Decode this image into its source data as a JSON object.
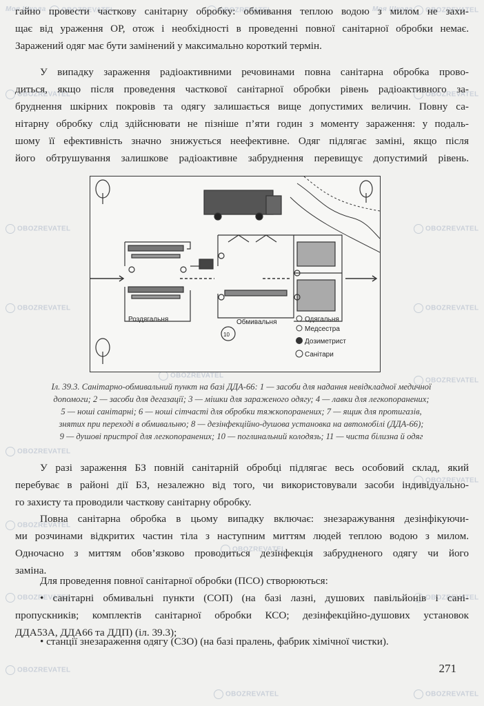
{
  "paragraph1": {
    "lines": [
      "гайно провести часткову санітарну обробку: обмивання теплою водою з милом не захи-",
      "щає від ураження ОР, отож і необхідності в проведенні повної санітарної обробки немає.",
      "Заражений одяг має бути замінений у максимально короткий термін."
    ]
  },
  "paragraph2": {
    "lines": [
      "У випадку зараження радіоактивними речовинами повна санітарна обробка прово-",
      "диться, якщо після проведення часткової санітарної обробки рівень радіоактивного за-",
      "бруднення шкірних покровів та одягу залишається вище допустимих величин. Повну са-",
      "нітарну обробку слід здійснювати не пізніше п’яти годин з моменту зараження: у подаль-",
      "шому її ефективність значно знижується неефективне. Одяг підлягає заміні, якщо після",
      "його обтрушування залишкове радіоактивне забруднення перевищує допустимий рівень."
    ]
  },
  "figure": {
    "label_undressing": "Роздягальня",
    "label_washing": "Обмивальня",
    "legend": {
      "dressing": "Одягальня",
      "nurse": "Медсестра",
      "dosimetrist": "Дозиметрист",
      "orderlies": "Санітари"
    },
    "number_10": "10"
  },
  "caption": {
    "lines": [
      "Іл. 39.3. Санітарно-обмивальний пункт на базі ДДА-66: 1 — засоби для надання невідкладної медичної",
      "допомоги; 2 — засоби для дегазації; 3 — мішки для зараженого одягу; 4 — лавки для легкопоранених;",
      "5 — ноші санітарні; 6 — ноші сітчасті для обробки тяжкопоранених; 7 — ящик для протигазів,",
      "знятих при переході в обмивальню; 8 — дезінфекційно-душова установка на автомобілі (ДДА-66);",
      "9 — душові пристрої для легкопоранених; 10 — поглинальний колодязь; 11 — чиста білизна й одяг"
    ]
  },
  "paragraph3": {
    "lines": [
      "У разі зараження БЗ повній санітарній обробці підлягає весь особовий склад, який",
      "перебуває в районі дії БЗ, незалежно від того, чи використовували засоби індивідуально-",
      "го захисту та проводили часткову санітарну обробку."
    ]
  },
  "paragraph4": {
    "lines": [
      "Повна санітарна обробка в цьому випадку включає: знезаражування дезінфікуючи-",
      "ми розчинами відкритих частин тіла з наступним миттям людей теплою водою з милом.",
      "Одночасно з миттям обов’язково проводиться дезінфекція забрудненого одягу чи його",
      "заміна."
    ]
  },
  "paragraph5": {
    "text": "Для проведення повної санітарної обробки (ПСО) створюються:"
  },
  "bullet1": {
    "lines": [
      "• санітарні обмивальні пункти (СОП) (на базі лазні, душових павільйонів і сані-",
      "пропускників; комплектів санітарної обробки КСО; дезінфекційно-душових установок",
      "ДДА53А, ДДА66 та ДДП) (іл. 39.3);"
    ]
  },
  "bullet2": {
    "text": "• станції знезараження одягу (СЗО) (на базі пралень, фабрик хімічної чистки)."
  },
  "page_number": "271",
  "watermarks": {
    "brand1": "OBOZREVATEL",
    "brand2": "Моя Школа"
  }
}
